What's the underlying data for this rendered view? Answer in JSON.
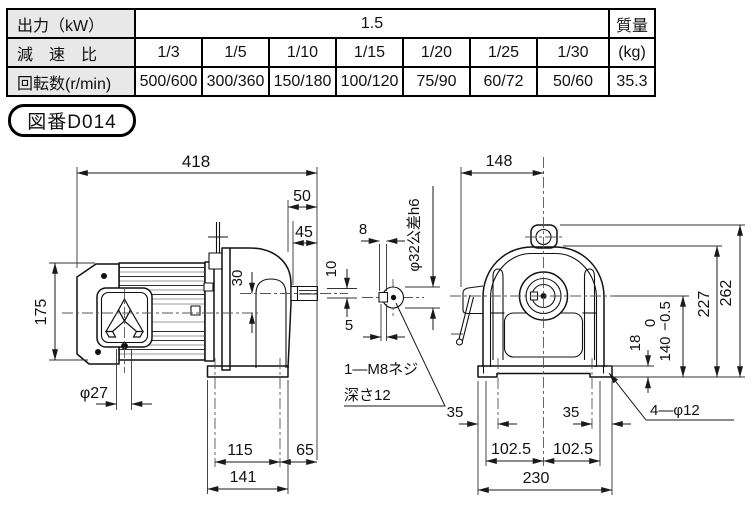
{
  "spec_table": {
    "output_label": "出力（kW）",
    "output_value": "1.5",
    "mass_label": "質量",
    "mass_unit": "(kg)",
    "ratio_label": "減　速　比",
    "speed_label": "回転数(r/min)",
    "ratios": [
      "1/3",
      "1/5",
      "1/10",
      "1/15",
      "1/20",
      "1/25",
      "1/30"
    ],
    "speeds": [
      "500/600",
      "300/360",
      "150/180",
      "100/120",
      "75/90",
      "60/72",
      "50/60"
    ],
    "mass_value": "35.3"
  },
  "drawing_number_label": "図番D014",
  "dims": {
    "side": {
      "overall": "418",
      "shaft50": "50",
      "shaft45": "45",
      "offset30": "30",
      "height175": "175",
      "cable": "φ27",
      "pitch115": "115",
      "end65": "65",
      "foot141": "141"
    },
    "detail": {
      "key8": "8",
      "key10": "10",
      "key5": "5",
      "fit": "φ32公差h6",
      "tap1": "1—M8ネジ",
      "tap2": "深さ12"
    },
    "front": {
      "w148": "148",
      "h262": "262",
      "h227": "227",
      "h140": "140",
      "tolU": "0",
      "tolL": "−0.5",
      "t18": "18",
      "e35l": "35",
      "e35r": "35",
      "p102l": "102.5",
      "p102r": "102.5",
      "w230": "230",
      "holes": "4—φ12"
    }
  }
}
